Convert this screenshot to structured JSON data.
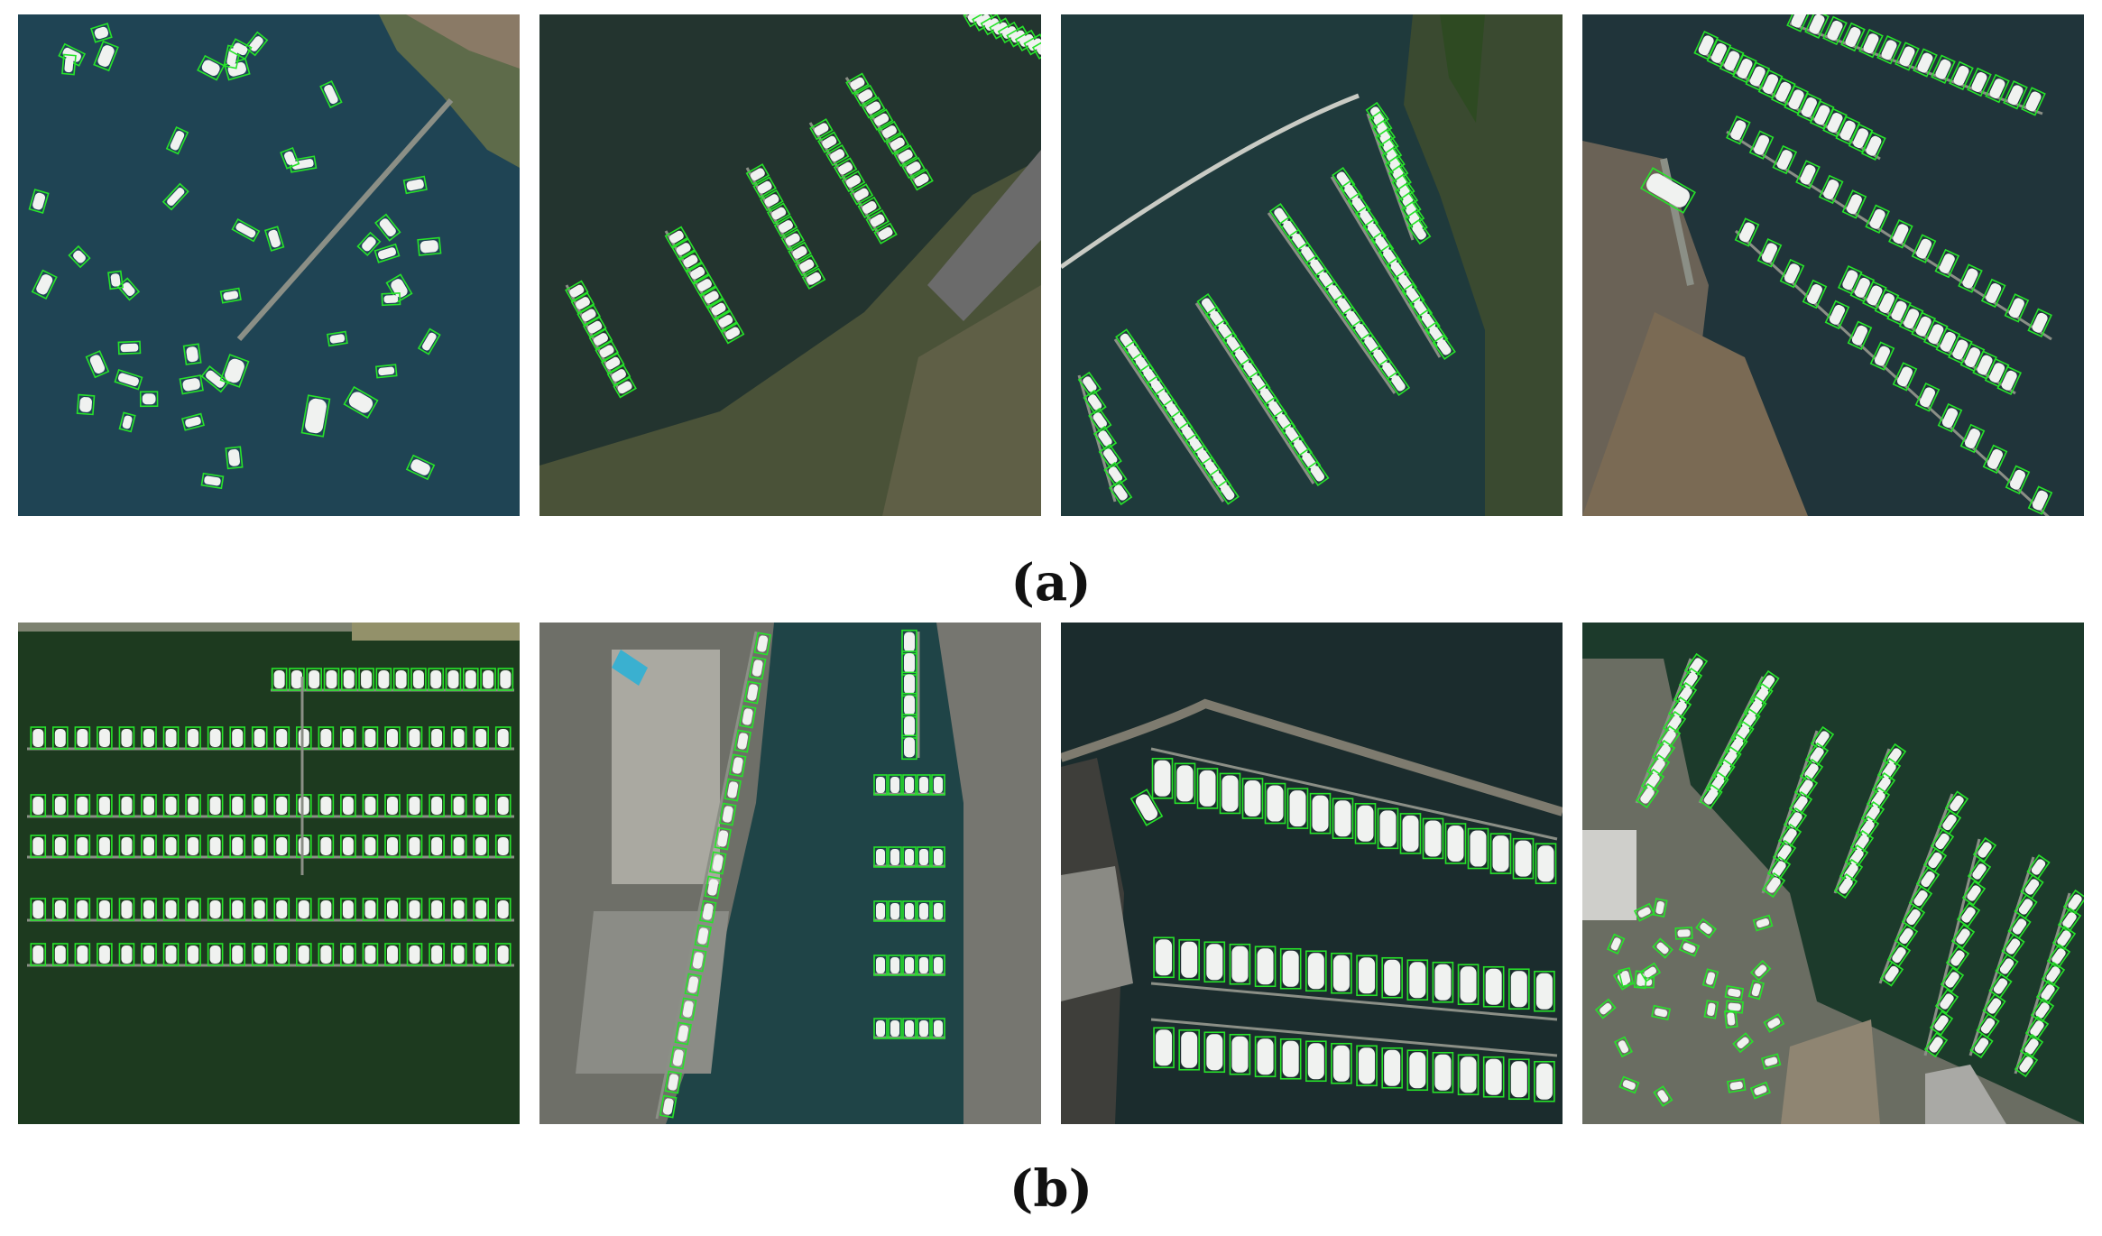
{
  "figure": {
    "rows": [
      {
        "caption": "(a)",
        "panels": [
          {
            "scene": "open-water-moored-boats",
            "water_color": "#1f4454"
          },
          {
            "scene": "estuary-marina-small",
            "water_color": "#23342f"
          },
          {
            "scene": "curved-breakwater-marina",
            "water_color": "#1f3a3c"
          },
          {
            "scene": "dense-diagonal-marina",
            "water_color": "#20343a"
          }
        ]
      },
      {
        "caption": "(b)",
        "panels": [
          {
            "scene": "long-horizontal-docks",
            "water_color": "#1d3a1f"
          },
          {
            "scene": "channel-with-buildings",
            "water_color": "#1f4447"
          },
          {
            "scene": "pier-large-yachts",
            "water_color": "#1b2c2d"
          },
          {
            "scene": "harbor-with-parking",
            "water_color": "#1c3a2b"
          }
        ]
      }
    ],
    "box_color": "#27e32a",
    "boat_color": "#f0f2f0",
    "dock_color": "#8b8f86"
  }
}
